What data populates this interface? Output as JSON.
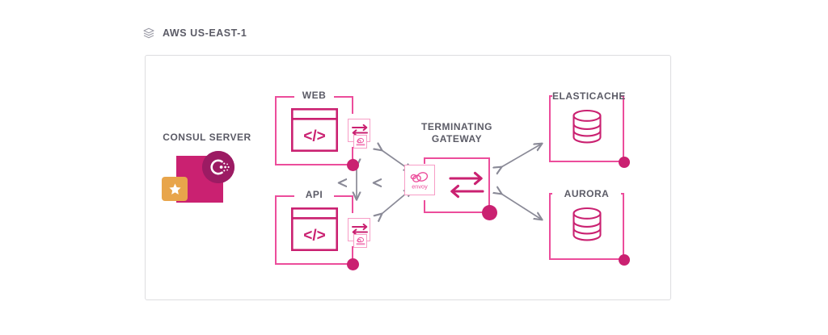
{
  "header": {
    "icon": "layers-icon",
    "title": "AWS US-EAST-1"
  },
  "diagram": {
    "type": "architecture-diagram",
    "colors": {
      "magenta": "#CA2171",
      "pink": "#EC4D9B",
      "light_pink": "#F79DC6",
      "orange": "#E8A54B",
      "gray_text": "#5B5B66",
      "gray_arrow": "#8A8A97",
      "container_border": "#DDDDE0",
      "consul_badge": "#9C1B63"
    },
    "consul_server": {
      "label": "CONSUL SERVER",
      "icon": "consul-logo-icon",
      "badge_icon": "star-icon"
    },
    "services": [
      {
        "id": "web",
        "label": "WEB",
        "icon": "code-window-icon",
        "glyph": "</>",
        "sidecar": {
          "icon": "bidirectional-arrows-icon",
          "badge_icon": "envoy-icon",
          "badge_label": "envoy"
        }
      },
      {
        "id": "api",
        "label": "API",
        "icon": "code-window-icon",
        "glyph": "</>",
        "sidecar": {
          "icon": "bidirectional-arrows-icon",
          "badge_icon": "envoy-icon",
          "badge_label": "envoy"
        }
      }
    ],
    "gateway": {
      "label_line1": "TERMINATING",
      "label_line2": "GATEWAY",
      "proxy_icon": "envoy-icon",
      "proxy_label": "envoy",
      "arrows_icon": "bidirectional-arrows-icon"
    },
    "datastores": [
      {
        "id": "elasticache",
        "label": "ELASTICACHE",
        "icon": "database-cylinder-icon"
      },
      {
        "id": "aurora",
        "label": "AURORA",
        "icon": "database-cylinder-icon"
      }
    ],
    "connections": [
      {
        "from": "web",
        "to": "api",
        "style": "double-arrow",
        "orientation": "vertical"
      },
      {
        "from": "web-sidecar",
        "to": "gateway",
        "style": "double-arrow",
        "orientation": "diagonal"
      },
      {
        "from": "api-sidecar",
        "to": "gateway",
        "style": "double-arrow",
        "orientation": "diagonal"
      },
      {
        "from": "gateway",
        "to": "elasticache",
        "style": "double-arrow",
        "orientation": "diagonal"
      },
      {
        "from": "gateway",
        "to": "aurora",
        "style": "double-arrow",
        "orientation": "diagonal"
      }
    ]
  }
}
